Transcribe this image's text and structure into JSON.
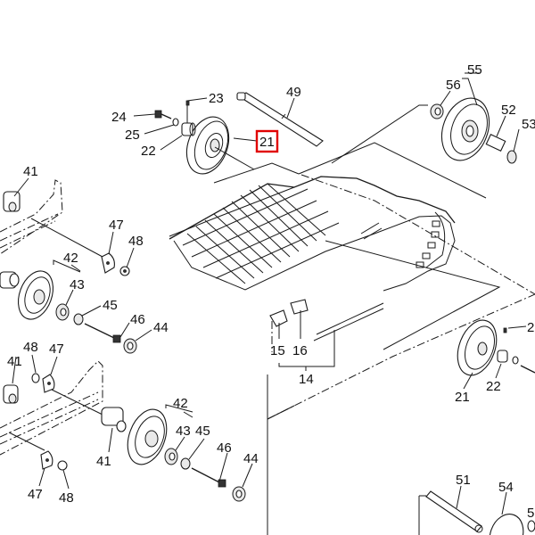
{
  "diagram": {
    "title": "Track suspension exploded parts view",
    "highlight_color": "#e00000",
    "highlighted_part": "21",
    "callouts": [
      {
        "id": "c24a",
        "label": "24"
      },
      {
        "id": "c23a",
        "label": "23"
      },
      {
        "id": "c25a",
        "label": "25"
      },
      {
        "id": "c22a",
        "label": "22"
      },
      {
        "id": "c21a",
        "label": "21"
      },
      {
        "id": "c49",
        "label": "49"
      },
      {
        "id": "c55",
        "label": "55"
      },
      {
        "id": "c56",
        "label": "56"
      },
      {
        "id": "c52",
        "label": "52"
      },
      {
        "id": "c53",
        "label": "53"
      },
      {
        "id": "c41a",
        "label": "41"
      },
      {
        "id": "c47a",
        "label": "47"
      },
      {
        "id": "c48a",
        "label": "48"
      },
      {
        "id": "c42a",
        "label": "42"
      },
      {
        "id": "c43a",
        "label": "43"
      },
      {
        "id": "c45a",
        "label": "45"
      },
      {
        "id": "c46a",
        "label": "46"
      },
      {
        "id": "c44a",
        "label": "44"
      },
      {
        "id": "c15",
        "label": "15"
      },
      {
        "id": "c16",
        "label": "16"
      },
      {
        "id": "c14",
        "label": "14"
      },
      {
        "id": "c2x",
        "label": "2"
      },
      {
        "id": "c21b",
        "label": "21"
      },
      {
        "id": "c22b",
        "label": "22"
      },
      {
        "id": "c48b",
        "label": "48"
      },
      {
        "id": "c47b",
        "label": "47"
      },
      {
        "id": "c41b",
        "label": "41"
      },
      {
        "id": "c41c",
        "label": "41"
      },
      {
        "id": "c42b",
        "label": "42"
      },
      {
        "id": "c43b",
        "label": "43"
      },
      {
        "id": "c45b",
        "label": "45"
      },
      {
        "id": "c46b",
        "label": "46"
      },
      {
        "id": "c44b",
        "label": "44"
      },
      {
        "id": "c47c",
        "label": "47"
      },
      {
        "id": "c48c",
        "label": "48"
      },
      {
        "id": "c51",
        "label": "51"
      },
      {
        "id": "c54",
        "label": "54"
      },
      {
        "id": "c5x",
        "label": "5"
      }
    ]
  }
}
